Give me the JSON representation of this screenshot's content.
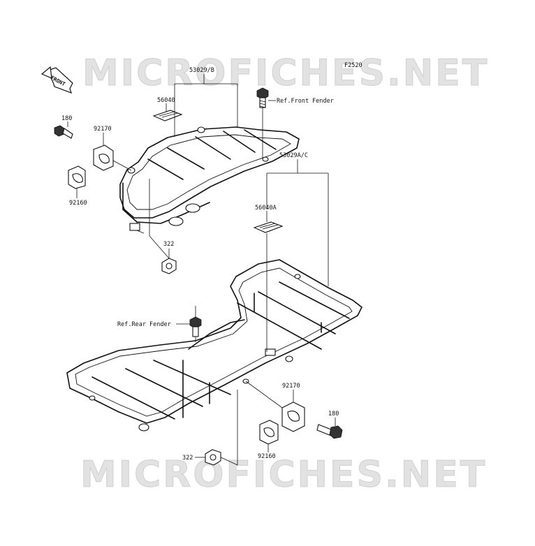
{
  "diagram_code": "F2520",
  "watermark": "MICROFICHES.NET",
  "front_arrow_label": "FRONT",
  "labels": {
    "rack_front": "53029/B",
    "decal_front": "56040",
    "ref_front_fender": "Ref.Front Fender",
    "bolt_180_top": "180",
    "clamp_92170_top": "92170",
    "bracket_92160_top": "92160",
    "nut_322_top": "322",
    "rack_rear": "53029A/C",
    "decal_rear": "56040A",
    "ref_rear_fender": "Ref.Rear Fender",
    "clamp_92170_bottom": "92170",
    "bolt_180_bottom": "180",
    "nut_322_bottom": "322",
    "bracket_92160_bottom": "92160"
  }
}
